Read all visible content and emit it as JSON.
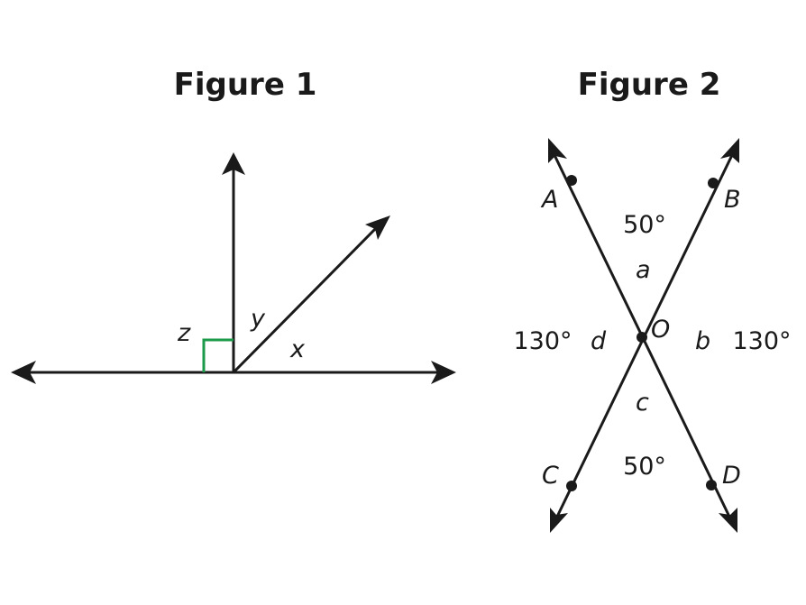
{
  "figure1": {
    "title": "Figure 1",
    "angle_labels": {
      "z": "z",
      "y": "y",
      "x": "x"
    },
    "right_angle_color": "#1b9a4a"
  },
  "figure2": {
    "title": "Figure 2",
    "points": {
      "A": "A",
      "B": "B",
      "C": "C",
      "D": "D",
      "O": "O"
    },
    "angle_names": {
      "a": "a",
      "b": "b",
      "c": "c",
      "d": "d"
    },
    "angle_measures": {
      "top": "50°",
      "bottom": "50°",
      "left": "130°",
      "right": "130°"
    }
  },
  "colors": {
    "ink": "#1a1a1a",
    "right_angle_marker": "#1b9a4a"
  }
}
